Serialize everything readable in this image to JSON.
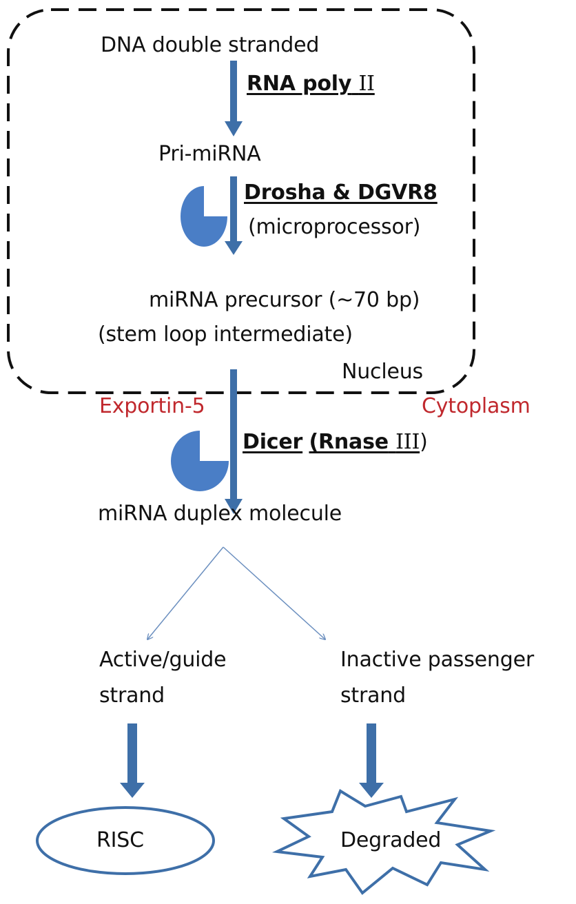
{
  "diagram": {
    "nucleus_steps": {
      "dna": "DNA double stranded",
      "rna_poly_label": "RNA poly",
      "rna_poly_roman": "II",
      "pri_mirna": "Pri-miRNA",
      "drosha": "Drosha & DGVR8",
      "microprocessor": "(microprocessor)",
      "precursor": "miRNA precursor (~70 bp)",
      "stem_loop": "(stem loop intermediate)"
    },
    "compartments": {
      "nucleus": "Nucleus",
      "cytoplasm": "Cytoplasm",
      "exportin": "Exportin-5"
    },
    "cytoplasm_steps": {
      "dicer": "Dicer",
      "rnase_open": "(",
      "rnase_label": "Rnase",
      "rnase_roman": "III",
      "rnase_close": ")",
      "duplex": "miRNA duplex molecule",
      "guide_line1": "Active/guide",
      "guide_line2": "strand",
      "passenger_line1": "Inactive passenger",
      "passenger_line2": "strand",
      "risc": "RISC",
      "degraded": "Degraded"
    },
    "colors": {
      "arrow_blue": "#3e6fa8",
      "enzyme_blue": "#4a7ec6",
      "red_text": "#c0282d",
      "dashed_border": "#111111"
    }
  }
}
